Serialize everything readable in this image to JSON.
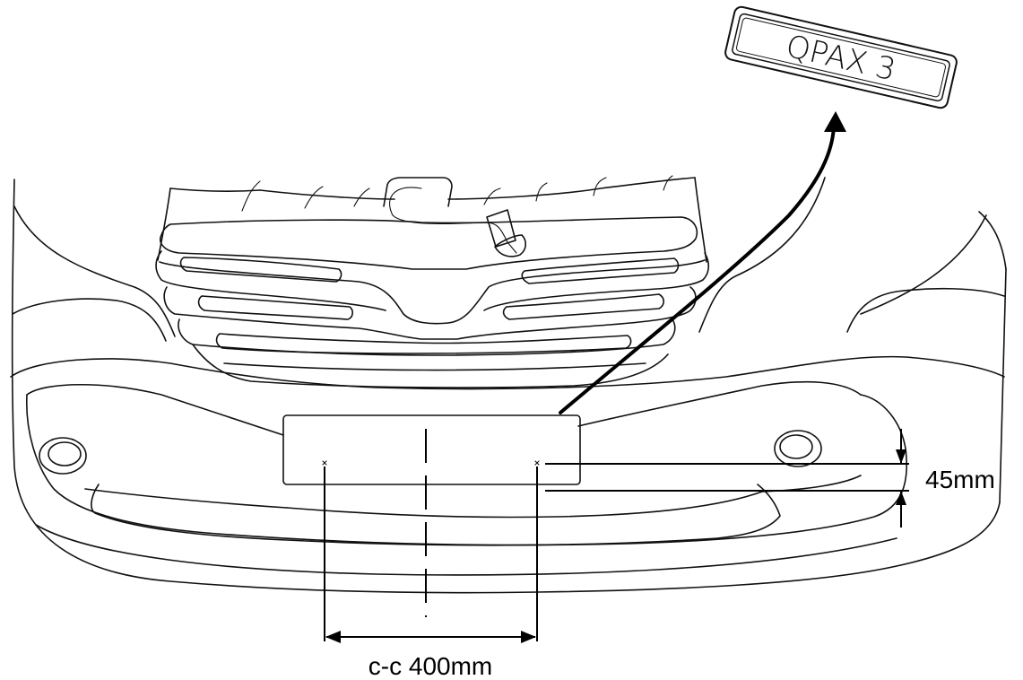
{
  "plate": {
    "text": "QPAX 3"
  },
  "dimensions": {
    "vertical_offset": "45mm",
    "center_distance": "c-c 400mm"
  }
}
